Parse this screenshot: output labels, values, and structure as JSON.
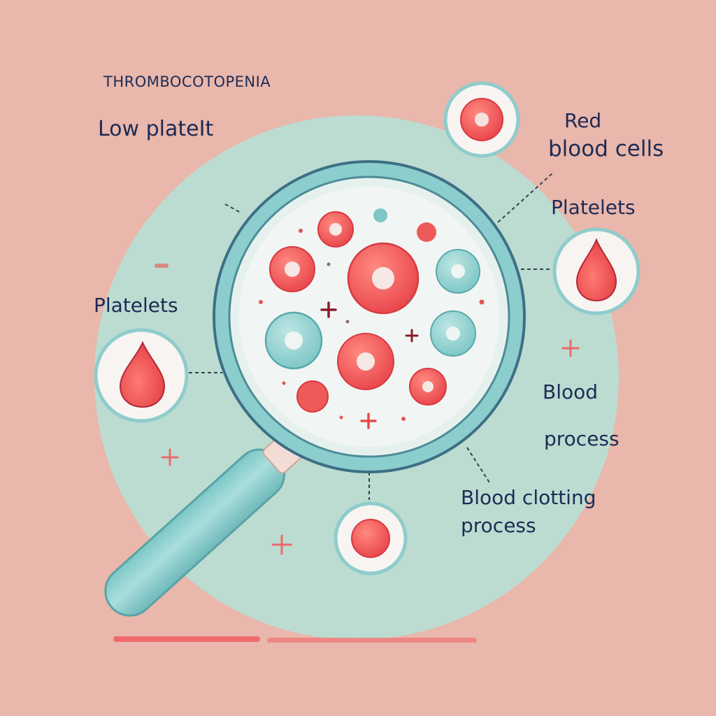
{
  "labels": {
    "title": "THROMBOCOTOPENIA",
    "low_platelet": "Low plateIt",
    "red_cells_1": "Red",
    "red_cells_2": "blood cells",
    "platelets_right": "Platelets",
    "platelets_left": "Platelets",
    "blood_1": "Blood",
    "blood_2": "process",
    "clotting_1": "Blood clotting",
    "clotting_2": "process"
  },
  "icons": {
    "red_cell": "red-blood-cell-icon",
    "drop": "blood-drop-icon",
    "magnifier": "magnifying-glass-icon",
    "plus": "plus-icon"
  },
  "colors": {
    "background": "#e9b7ab",
    "disc": "#bcdcd1",
    "lens_rim": "#7fc3c4",
    "lens_face": "#eef4f2",
    "handle": "#8fd1d1",
    "red_cell": "#ee5a5a",
    "teal_cell": "#8fcfcf",
    "text": "#1d2b55"
  }
}
